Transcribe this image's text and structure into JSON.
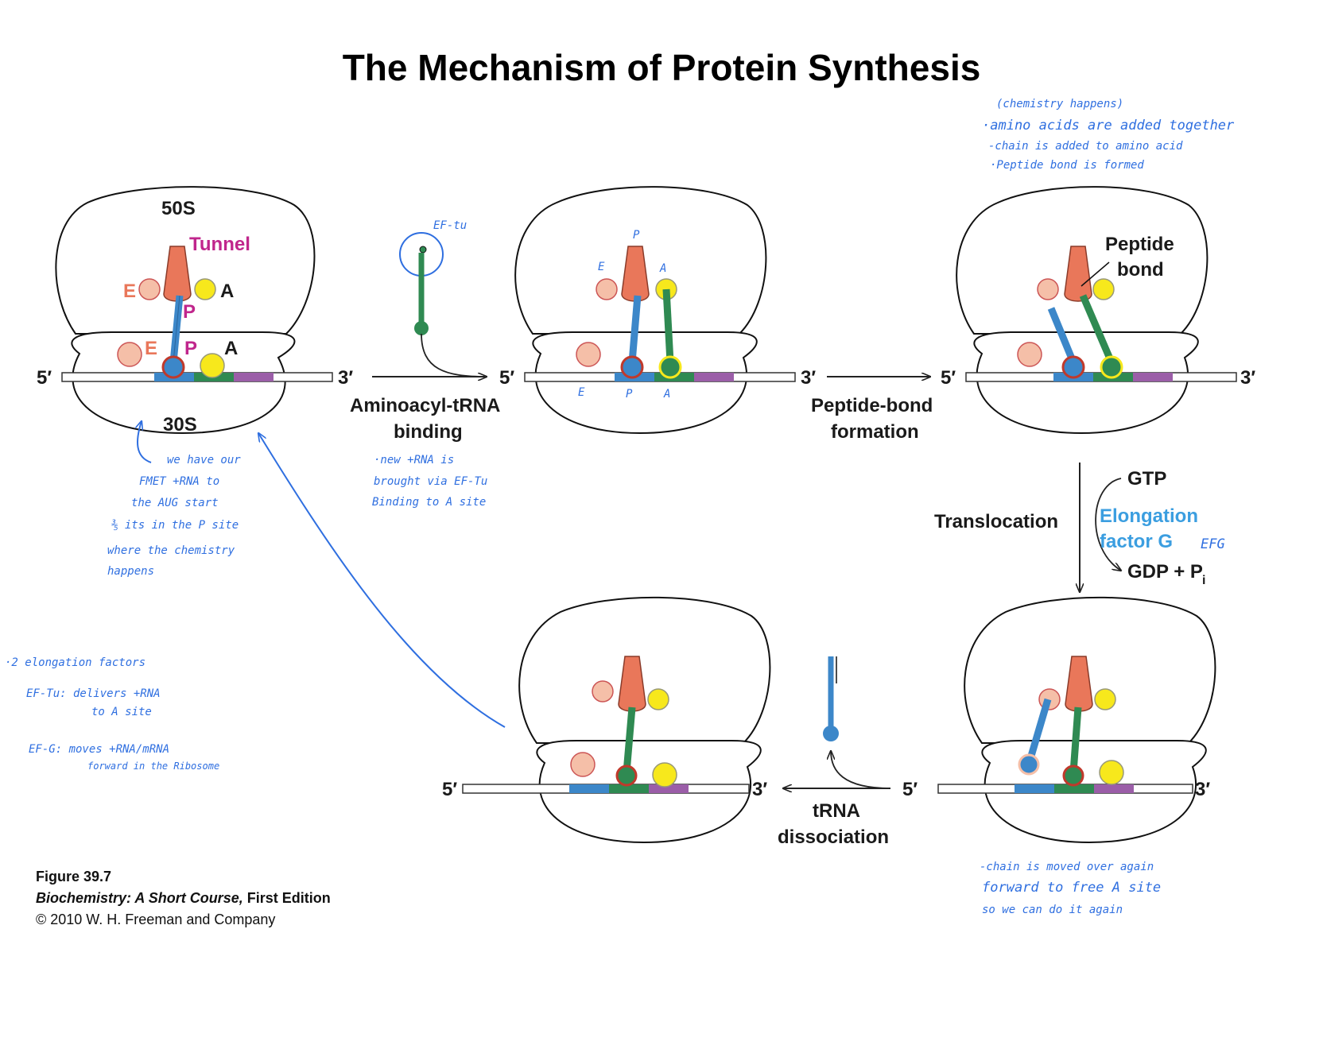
{
  "title": "The Mechanism of Protein Synthesis",
  "figure": {
    "number": "Figure 39.7",
    "book": "Biochemistry: A Short Course,",
    "edition": "First Edition",
    "copyright": "© 2010 W. H. Freeman and Company"
  },
  "labels": {
    "large_subunit": "50S",
    "small_subunit": "30S",
    "tunnel": "Tunnel",
    "e_site": "E",
    "p_site": "P",
    "a_site": "A",
    "five_prime": "5′",
    "three_prime": "3′",
    "peptide_bond": [
      "Peptide",
      "bond"
    ],
    "gtp": "GTP",
    "gdp": "GDP + P",
    "gdp_sub": "i",
    "elongation_factor_g": [
      "Elongation",
      "factor G"
    ]
  },
  "steps": {
    "aminoacyl": [
      "Aminoacyl-tRNA",
      "binding"
    ],
    "peptide": [
      "Peptide-bond",
      "formation"
    ],
    "translocation": "Translocation",
    "dissociation": [
      "tRNA",
      "dissociation"
    ]
  },
  "handwritten": {
    "ef_tu": "EF-tu",
    "chemistry_notes": [
      "(chemistry happens)",
      "·amino acids are added together",
      "-chain is added to amino acid",
      "·Peptide bond is formed"
    ],
    "start_notes": [
      "we have our",
      "FMET +RNA to",
      "the AUG start",
      "⅗ its in the P site",
      "where the chemistry",
      "happens"
    ],
    "binding_notes": [
      "·new +RNA is",
      "brought via EF-Tu",
      "Binding to A site"
    ],
    "factor_notes": [
      "·2 elongation  factors",
      "EF-Tu: delivers +RNA",
      "to A site",
      "EF-G: moves +RNA/mRNA",
      "forward in the Ribosome"
    ],
    "efg": "EFG",
    "site_marks": [
      "E",
      "P",
      "A"
    ],
    "again_notes": [
      "-chain is moved over again",
      "forward to free A site",
      "so we can do it again"
    ]
  },
  "colors": {
    "p_trna": "#e9775a",
    "e_site": "#f5bfa8",
    "a_site": "#f7e81c",
    "blue_trna": "#3c87c9",
    "green_trna": "#2f8a52",
    "codon_purple": "#9b5ea8",
    "site_magenta": "#c0268c",
    "handwriting": "#2f6fe0",
    "ef_g_text": "#3b9ee0"
  }
}
